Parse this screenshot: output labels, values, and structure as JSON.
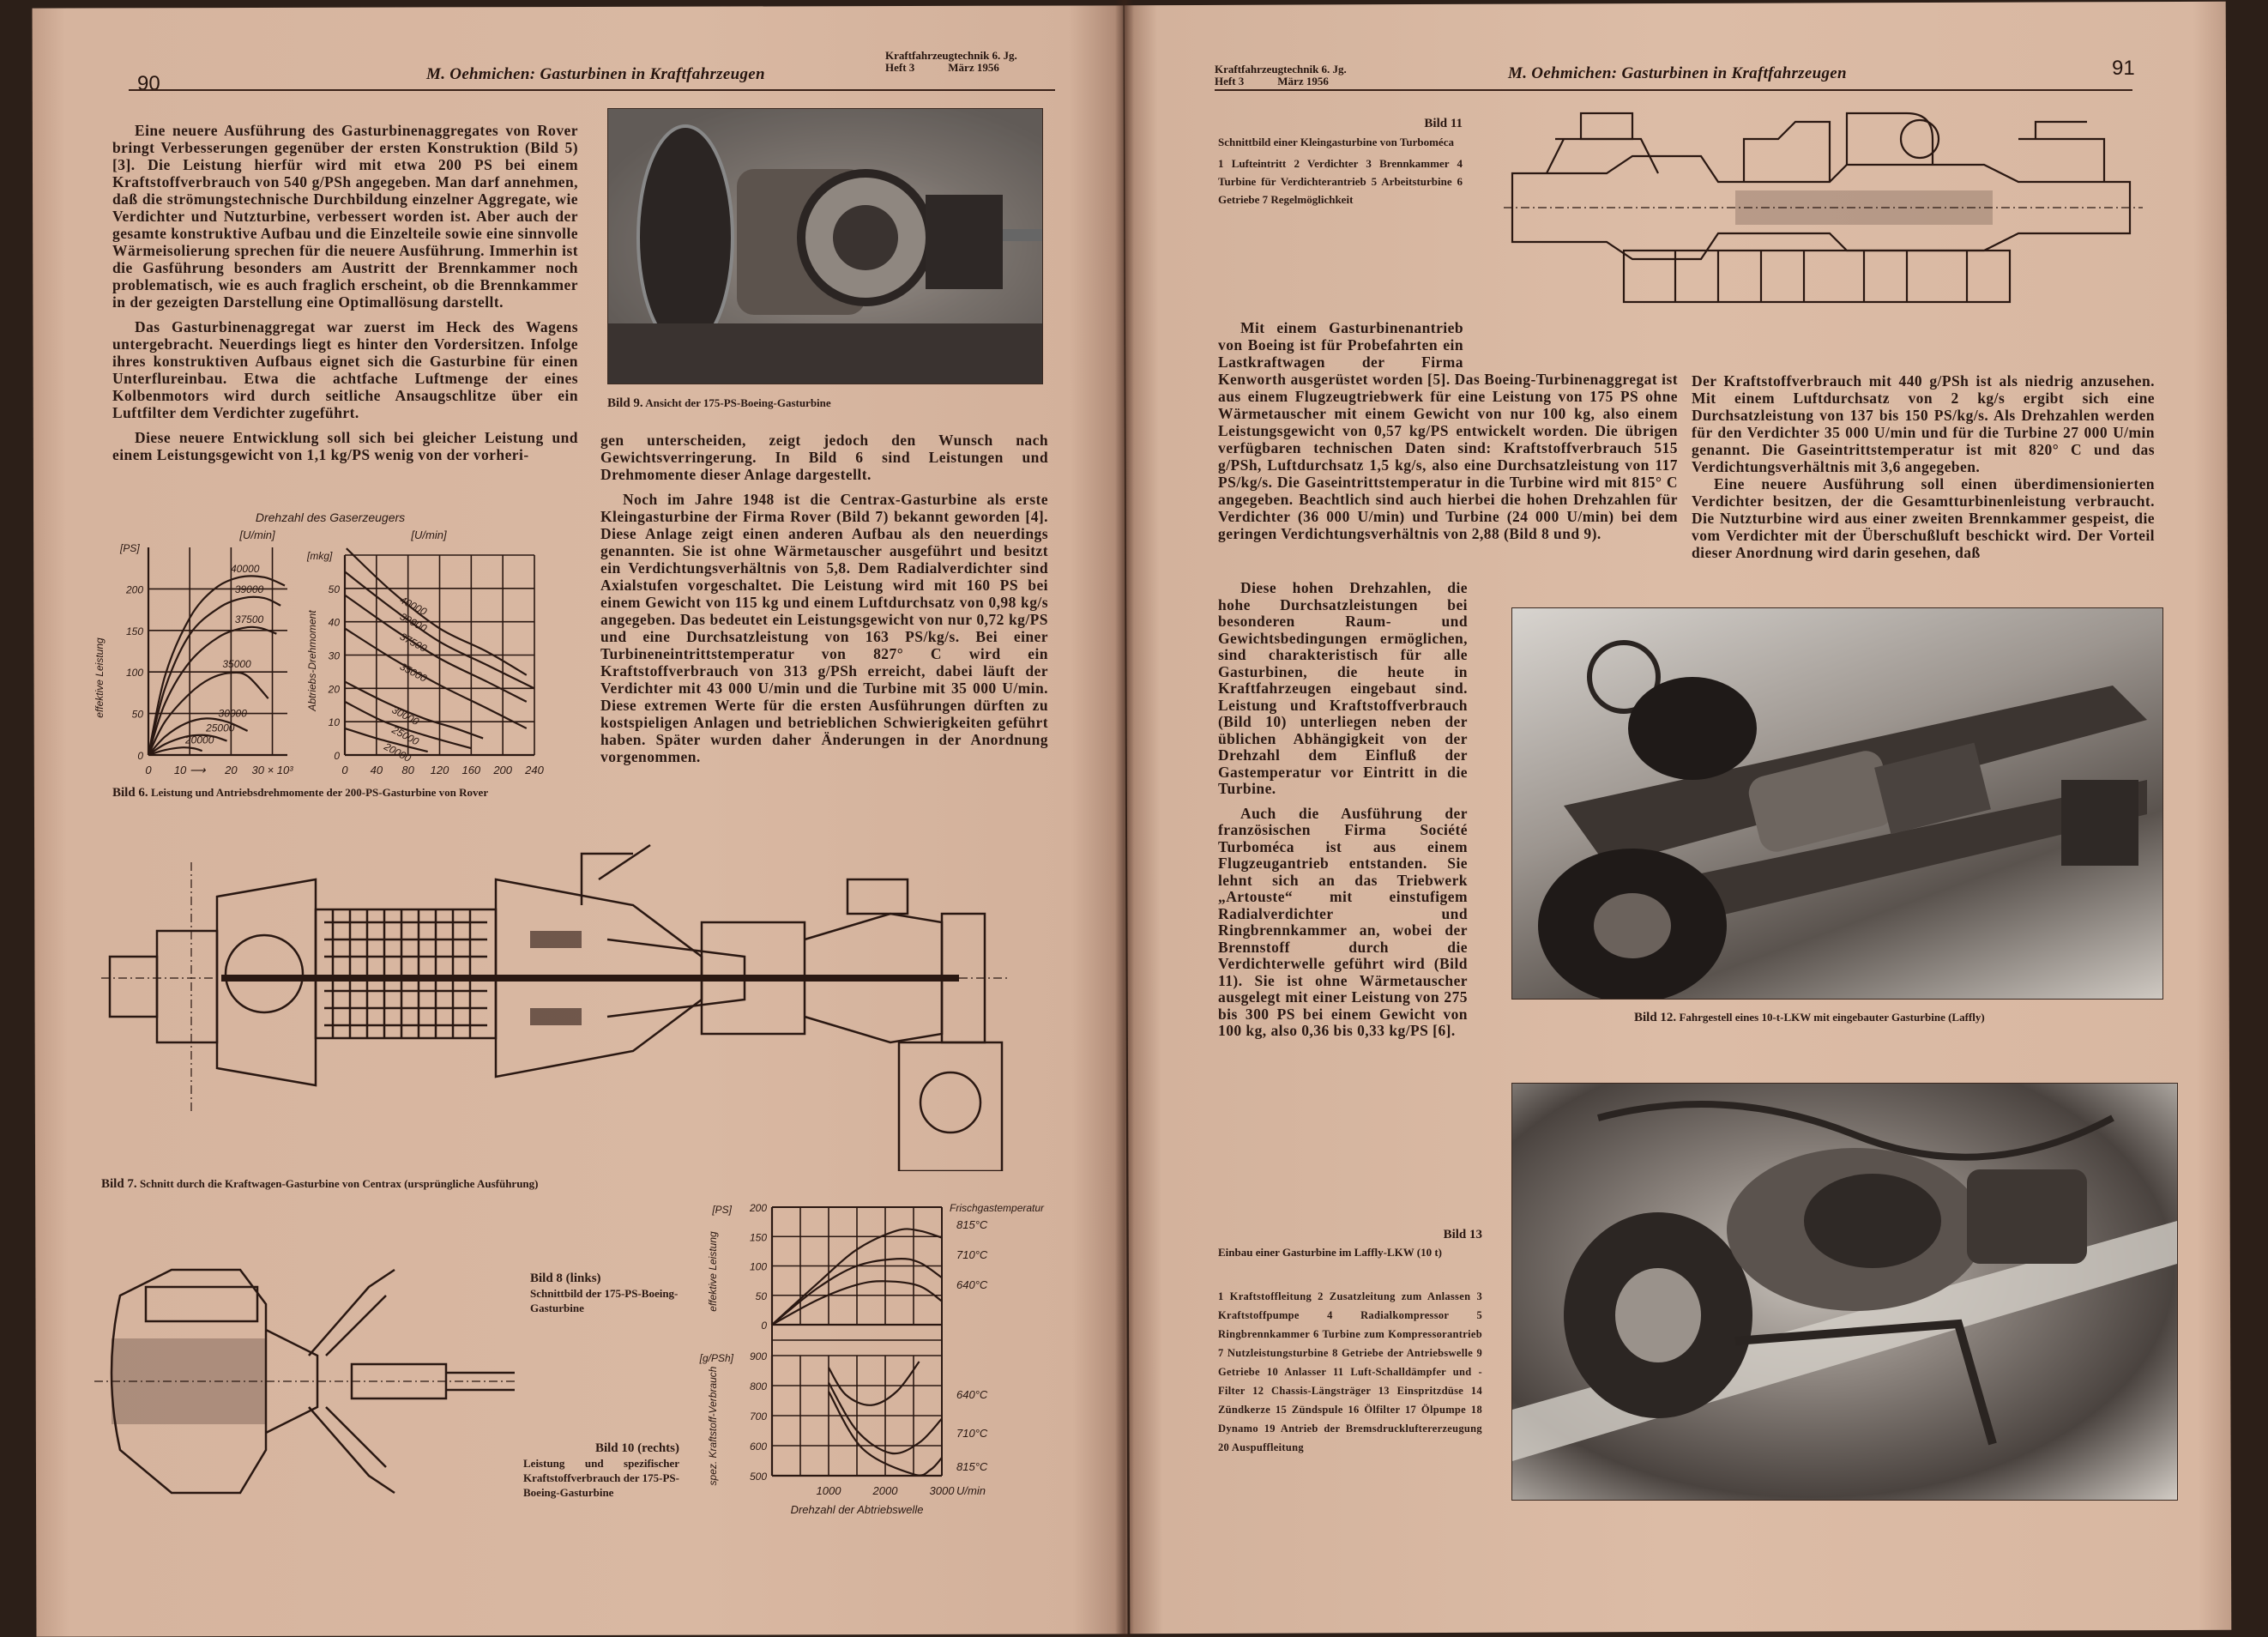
{
  "left_page": {
    "page_number": "90",
    "running_title": "M. Oehmichen: Gasturbinen in Kraftfahrzeugen",
    "journal_line1": "Kraftfahrzeugtechnik 6. Jg.",
    "journal_line2": "Heft 3            März 1956",
    "col1": [
      "Eine neuere Ausführung des Gasturbinenaggregates von Rover bringt Verbesserungen gegenüber der ersten Konstruktion (Bild 5) [3]. Die Leistung hierfür wird mit etwa 200 PS bei einem Kraftstoffverbrauch von 540 g/PSh angegeben. Man darf annehmen, daß die strömungstechnische Durchbildung einzelner Aggregate, wie Verdichter und Nutzturbine, verbessert worden ist. Aber auch der gesamte konstruktive Aufbau und die Einzelteile sowie eine sinnvolle Wärmeisolierung sprechen für die neuere Ausführung. Immerhin ist die Gasführung besonders am Austritt der Brennkammer noch problematisch, wie es auch fraglich erscheint, ob die Brennkammer in der gezeigten Darstellung eine Optimallösung darstellt.",
      "Das Gasturbinenaggregat war zuerst im Heck des Wagens untergebracht. Neuerdings liegt es hinter den Vordersitzen. Infolge ihres konstruktiven Aufbaus eignet sich die Gasturbine für einen Unterflureinbau. Etwa die achtfache Luftmenge der eines Kolbenmotors wird durch seitliche Ansaugschlitze über ein Luftfilter dem Verdichter zugeführt.",
      "Diese neuere Entwicklung soll sich bei gleicher Leistung und einem Leistungsgewicht von 1,1 kg/PS wenig von der vorheri-"
    ],
    "col2": [
      "gen unterscheiden, zeigt jedoch den Wunsch nach Gewichtsverringerung. In Bild 6 sind Leistungen und Drehmomente dieser Anlage dargestellt.",
      "Noch im Jahre 1948 ist die Centrax-Gasturbine als erste Kleingasturbine der Firma Rover (Bild 7) bekannt geworden [4]. Diese Anlage zeigt einen anderen Aufbau als den neuerdings genannten. Sie ist ohne Wärmetauscher ausgeführt und besitzt ein Verdichtungsverhältnis von 5,8. Dem Radialverdichter sind Axialstufen vorgeschaltet. Die Leistung wird mit 160 PS bei einem Gewicht von 115 kg und einem Luftdurchsatz von 0,98 kg/s angegeben. Das bedeutet ein Leistungsgewicht von nur 0,72 kg/PS und eine Durchsatzleistung von 163 PS/kg/s. Bei einer Turbineneintrittstemperatur von 827° C wird ein Kraftstoffverbrauch von 313 g/PSh erreicht, dabei läuft der Verdichter mit 43 000 U/min und die Turbine mit 35 000 U/min. Diese extremen Werte für die ersten Ausführungen dürften zu kostspieligen Anlagen und betrieblichen Schwierigkeiten geführt haben. Später wurden daher Änderungen in der Anordnung vorgenommen."
    ],
    "fig9_caption_label": "Bild 9.",
    "fig9_caption": "Ansicht der 175-PS-Boeing-Gasturbine",
    "fig6_caption_label": "Bild 6.",
    "fig6_caption": "Leistung und Antriebsdrehmomente der 200-PS-Gasturbine von Rover",
    "fig7_caption_label": "Bild 7.",
    "fig7_caption": "Schnitt durch die Kraftwagen-Gasturbine von Centrax (ursprüngliche Ausführung)",
    "fig8_title": "Bild 8 (links)",
    "fig8_caption": "Schnittbild der 175-PS-Boeing-Gasturbine",
    "fig10_title": "Bild 10 (rechts)",
    "fig10_caption": "Leistung und spezifischer Kraftstoffverbrauch der 175-PS-Boeing-Gasturbine"
  },
  "right_page": {
    "page_number": "91",
    "running_title": "M. Oehmichen: Gasturbinen in Kraftfahrzeugen",
    "journal_line1": "Kraftfahrzeugtechnik 6. Jg.",
    "journal_line2": "Heft 3            März 1956",
    "fig11_title": "Bild 11",
    "fig11_caption": "Schnittbild einer Kleingasturbine von Turboméca",
    "fig11_legend": "1 Lufteintritt   2 Verdichter   3 Brennkammer   4 Turbine für Verdichterantrieb   5 Arbeitsturbine   6 Getriebe   7 Regelmöglichkeit",
    "col1_top": [
      "Mit einem Gasturbinenantrieb von Boeing ist für Probefahrten ein Lastkraftwagen der Firma Kenworth ausgerüstet worden [5]. Das Boeing-Turbinenaggregat ist aus einem Flugzeugtriebwerk für eine Leistung von 175 PS ohne Wärmetauscher mit einem Gewicht von nur 100 kg, also einem Leistungsgewicht von 0,57 kg/PS entwickelt worden. Die übrigen verfügbaren technischen Daten sind: Kraftstoffverbrauch 515 g/PSh, Luftdurchsatz 1,5 kg/s, also eine Durchsatzleistung von 117 PS/kg/s. Die Gaseintrittstemperatur in die Turbine wird mit 815° C angegeben. Beachtlich sind auch hierbei die hohen Drehzahlen für Verdichter (36 000 U/min) und Turbine (24 000 U/min) bei dem geringen Verdichtungsverhältnis von 2,88 (Bild 8 und 9)."
    ],
    "col1_bottom": [
      "Diese hohen Drehzahlen, die hohe Durchsatzleistungen bei besonderen Raum- und Gewichtsbedingungen ermöglichen, sind charakteristisch für alle Gasturbinen, die heute in Kraftfahrzeugen eingebaut sind. Leistung und Kraftstoffverbrauch (Bild 10) unterliegen neben der üblichen Abhängigkeit von der Drehzahl dem Einfluß der Gastemperatur vor Eintritt in die Turbine.",
      "Auch die Ausführung der französischen Firma Société Turboméca ist aus einem Flugzeugantrieb entstanden. Sie lehnt sich an das Triebwerk „Artouste“ mit einstufigem Radialverdichter und Ringbrennkammer an, wobei der Brennstoff durch die Verdichterwelle geführt wird (Bild 11). Sie ist ohne Wärmetauscher ausgelegt mit einer Leistung von 275 bis 300 PS bei einem Gewicht von 100 kg, also 0,36 bis 0,33 kg/PS [6]."
    ],
    "col2": [
      "Der Kraftstoffverbrauch mit 440 g/PSh ist als niedrig anzusehen. Mit einem Luftdurchsatz von 2 kg/s ergibt sich eine Durchsatzleistung von 137 bis 150 PS/kg/s. Als Drehzahlen werden für den Verdichter 35 000 U/min und für die Turbine 27 000 U/min genannt. Die Gaseintrittstemperatur ist mit 820° C und das Verdichtungsverhältnis mit 3,6 angegeben.",
      "Eine neuere Ausführung soll einen überdimensionierten Verdichter besitzen, der die Gesamtturbinenleistung verbraucht. Die Nutzturbine wird aus einer zweiten Brennkammer gespeist, die vom Verdichter mit der Überschußluft beschickt wird. Der Vorteil dieser Anordnung wird darin gesehen, daß"
    ],
    "fig12_caption_label": "Bild 12.",
    "fig12_caption": "Fahrgestell eines 10-t-LKW mit eingebauter Gasturbine (Laffly)",
    "fig13_title": "Bild 13",
    "fig13_caption": "Einbau einer Gasturbine im Laffly-LKW (10 t)",
    "fig13_legend": "1 Kraftstoffleitung   2 Zusatzleitung zum Anlassen   3 Kraftstoffpumpe   4 Radialkompressor   5 Ringbrennkammer   6 Turbine zum Kompressorantrieb   7 Nutzleistungsturbine   8 Getriebe der Antriebswelle   9 Getriebe   10 Anlasser   11 Luft-Schalldämpfer und -Filter   12 Chassis-Längsträger   13 Einspritzdüse   14 Zündkerze   15 Zündspule   16 Ölfilter   17 Ölpumpe   18 Dynamo   19 Antrieb der Bremsdruckluftererzeugung   20 Auspuffleitung"
  },
  "colors": {
    "paper": "#d9b8a2",
    "ink": "#2a1812",
    "background": "#2c1f18"
  },
  "chart_data": [
    {
      "id": "bild6-left",
      "type": "line",
      "title": "Drehzahl des Gaserzeugers",
      "series_unit": "[U/min]",
      "xlabel": "",
      "ylabel": "effektive Leistung",
      "yunit": "[PS]",
      "xlim": [
        0,
        33
      ],
      "ylim": [
        0,
        250
      ],
      "xticks": [
        "0",
        "10 ⟶",
        "20",
        "30 × 10³"
      ],
      "xtick_values": [
        0,
        10,
        20,
        30
      ],
      "yticks": [
        "0",
        "50",
        "100",
        "150",
        "200"
      ],
      "ytick_values": [
        0,
        50,
        100,
        150,
        200
      ],
      "series": [
        {
          "name": "40000",
          "points": [
            [
              0,
              0
            ],
            [
              4,
              95
            ],
            [
              10,
              165
            ],
            [
              16,
              200
            ],
            [
              22,
              214
            ],
            [
              28,
              214
            ],
            [
              33,
              204
            ]
          ]
        },
        {
          "name": "39000",
          "points": [
            [
              0,
              0
            ],
            [
              4,
              80
            ],
            [
              10,
              145
            ],
            [
              17,
              177
            ],
            [
              23,
              189
            ],
            [
              28,
              189
            ],
            [
              32,
              180
            ]
          ]
        },
        {
          "name": "37500",
          "points": [
            [
              0,
              0
            ],
            [
              4,
              62
            ],
            [
              10,
              112
            ],
            [
              17,
              142
            ],
            [
              23,
              153
            ],
            [
              27,
              153
            ],
            [
              31,
              146
            ]
          ]
        },
        {
          "name": "35000",
          "points": [
            [
              0,
              0
            ],
            [
              4,
              40
            ],
            [
              10,
              74
            ],
            [
              15,
              92
            ],
            [
              20,
              99
            ],
            [
              24,
              95
            ],
            [
              29,
              68
            ]
          ]
        },
        {
          "name": "30000",
          "points": [
            [
              0,
              0
            ],
            [
              4,
              22
            ],
            [
              9,
              38
            ],
            [
              14,
              44
            ],
            [
              19,
              40
            ],
            [
              24,
              29
            ]
          ]
        },
        {
          "name": "25000",
          "points": [
            [
              0,
              0
            ],
            [
              4,
              13
            ],
            [
              9,
              22
            ],
            [
              13,
              24
            ],
            [
              16,
              22
            ],
            [
              19,
              17
            ]
          ]
        },
        {
          "name": "20000",
          "points": [
            [
              0,
              0
            ],
            [
              4,
              6
            ],
            [
              8,
              9
            ],
            [
              11,
              8
            ],
            [
              13,
              5
            ]
          ]
        }
      ]
    },
    {
      "id": "bild6-right",
      "type": "line",
      "xlabel": "",
      "ylabel": "Abtriebs-Drehmoment",
      "yunit": "[mkg]",
      "series_unit": "[U/min]",
      "xlim": [
        0,
        240
      ],
      "ylim": [
        0,
        60
      ],
      "xticks": [
        "0",
        "40",
        "80",
        "120",
        "160",
        "200",
        "240"
      ],
      "xtick_values": [
        0,
        40,
        80,
        120,
        160,
        200,
        240
      ],
      "yticks": [
        "0",
        "10",
        "20",
        "30",
        "40",
        "50"
      ],
      "ytick_values": [
        0,
        10,
        20,
        30,
        40,
        50
      ],
      "series": [
        {
          "name": "40000",
          "points": [
            [
              2,
              62
            ],
            [
              60,
              49
            ],
            [
              120,
              38
            ],
            [
              180,
              31
            ],
            [
              230,
              24
            ]
          ]
        },
        {
          "name": "39000",
          "points": [
            [
              0,
              55
            ],
            [
              60,
              44
            ],
            [
              120,
              34
            ],
            [
              180,
              27
            ],
            [
              240,
              20
            ]
          ]
        },
        {
          "name": "37500",
          "points": [
            [
              0,
              48
            ],
            [
              60,
              38
            ],
            [
              120,
              29
            ],
            [
              180,
              22
            ],
            [
              230,
              16
            ]
          ]
        },
        {
          "name": "35000",
          "points": [
            [
              0,
              38
            ],
            [
              60,
              29
            ],
            [
              120,
              21
            ],
            [
              180,
              14
            ],
            [
              230,
              8
            ]
          ]
        },
        {
          "name": "30000",
          "points": [
            [
              0,
              22
            ],
            [
              50,
              16
            ],
            [
              100,
              11
            ],
            [
              140,
              8
            ],
            [
              175,
              5
            ]
          ]
        },
        {
          "name": "25000",
          "points": [
            [
              0,
              16
            ],
            [
              50,
              10
            ],
            [
              100,
              6
            ],
            [
              160,
              2
            ]
          ]
        },
        {
          "name": "20000",
          "points": [
            [
              0,
              8
            ],
            [
              40,
              5
            ],
            [
              80,
              2.5
            ],
            [
              105,
              1
            ]
          ]
        }
      ]
    },
    {
      "id": "bild10",
      "type": "line",
      "xlabel": "Drehzahl der Abtriebswelle",
      "xunit": "U/min",
      "xlim": [
        0,
        3000
      ],
      "xticks": [
        "1000",
        "2000",
        "3000"
      ],
      "xtick_values": [
        1000,
        2000,
        3000
      ],
      "legend_title": "Frischgastemperatur",
      "upper": {
        "ylabel": "effektive Leistung",
        "yunit": "[PS]",
        "ylim": [
          0,
          200
        ],
        "yticks": [
          "0",
          "50",
          "100",
          "150",
          "200"
        ],
        "ytick_values": [
          0,
          50,
          100,
          150,
          200
        ],
        "series": [
          {
            "name": "815°C",
            "points": [
              [
                0,
                0
              ],
              [
                800,
                70
              ],
              [
                1500,
                128
              ],
              [
                2200,
                160
              ],
              [
                2600,
                160
              ],
              [
                3000,
                148
              ]
            ]
          },
          {
            "name": "710°C",
            "points": [
              [
                0,
                0
              ],
              [
                800,
                62
              ],
              [
                1500,
                100
              ],
              [
                2200,
                112
              ],
              [
                2600,
                106
              ],
              [
                3000,
                80
              ]
            ]
          },
          {
            "name": "640°C",
            "points": [
              [
                0,
                0
              ],
              [
                800,
                42
              ],
              [
                1500,
                68
              ],
              [
                2000,
                74
              ],
              [
                2600,
                66
              ],
              [
                3000,
                40
              ]
            ]
          }
        ]
      },
      "lower": {
        "ylabel": "spez. Kraftstoff-Verbrauch",
        "yunit": "[g/PSh]",
        "ylim": [
          500,
          900
        ],
        "yticks": [
          "500",
          "600",
          "700",
          "800",
          "900"
        ],
        "ytick_values": [
          500,
          600,
          700,
          800,
          900
        ],
        "series": [
          {
            "name": "640°C",
            "points": [
              [
                1000,
                860
              ],
              [
                1300,
                770
              ],
              [
                1750,
                735
              ],
              [
                2200,
                780
              ],
              [
                2600,
                880
              ]
            ]
          },
          {
            "name": "710°C",
            "points": [
              [
                1000,
                810
              ],
              [
                1500,
                650
              ],
              [
                2100,
                575
              ],
              [
                2600,
                610
              ],
              [
                3000,
                690
              ]
            ]
          },
          {
            "name": "815°C",
            "points": [
              [
                1000,
                780
              ],
              [
                1600,
                590
              ],
              [
                2500,
                505
              ],
              [
                2800,
                520
              ],
              [
                3000,
                560
              ]
            ]
          }
        ]
      }
    }
  ]
}
